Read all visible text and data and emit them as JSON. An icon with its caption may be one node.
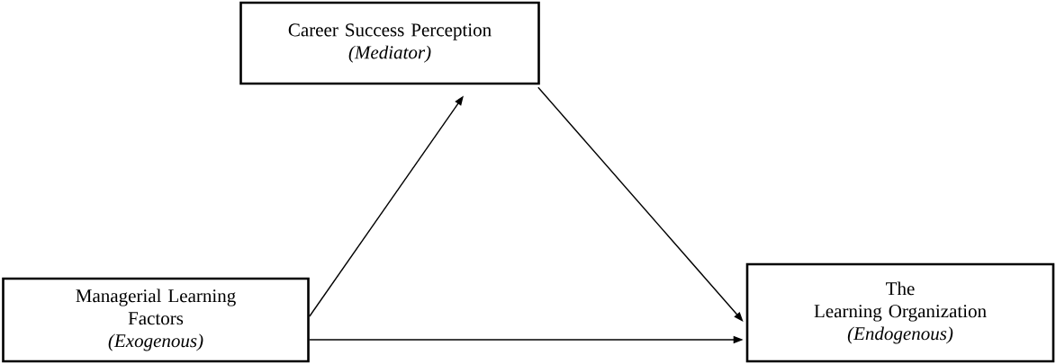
{
  "diagram": {
    "nodes": [
      {
        "text": [
          "Career Success Perception",
          "(Mediator)"
        ]
      },
      {
        "text": [
          "Managerial Learning Factors",
          "(Exogenous)"
        ]
      },
      {
        "text": [
          "The Learning Organization",
          "(Endogenous)"
        ]
      }
    ],
    "edges": [
      {
        "from": 1,
        "to": 0,
        "arrow": "to"
      },
      {
        "from": 0,
        "to": 2,
        "arrow": "to"
      },
      {
        "from": 1,
        "to": 2,
        "arrow": "to"
      }
    ]
  }
}
